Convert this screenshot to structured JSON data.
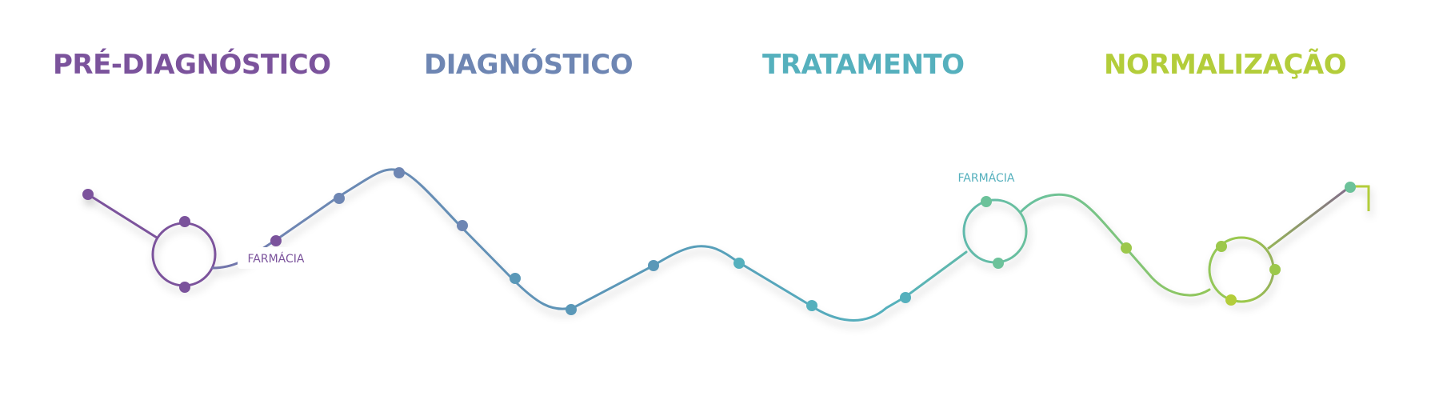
{
  "stages": {
    "pre": {
      "label": "PRÉ-DIAGNÓSTICO",
      "color": "#7b539c"
    },
    "diag": {
      "label": "DIAGNÓSTICO",
      "color": "#6e86b3"
    },
    "trat": {
      "label": "TRATAMENTO",
      "color": "#55b0bd"
    },
    "norm": {
      "label": "NORMALIZAÇÃO",
      "color": "#b3cd3a"
    }
  },
  "pharmacy": {
    "first": {
      "label": "FARMÁCIA",
      "color": "#7b539c"
    },
    "second": {
      "label": "FARMÁCIA",
      "color": "#55b0bd"
    }
  },
  "palette": {
    "purple": "#7b539c",
    "slate_blue": "#6e86b3",
    "steel_blue": "#5a98b8",
    "teal": "#55b0bd",
    "mint": "#6cc29a",
    "lime": "#9cc84b",
    "yellow_green": "#b3cd3a"
  },
  "icons": {
    "loop": "circle-loop-icon",
    "milestone": "dot-marker-icon",
    "end": "corner-end-icon"
  }
}
